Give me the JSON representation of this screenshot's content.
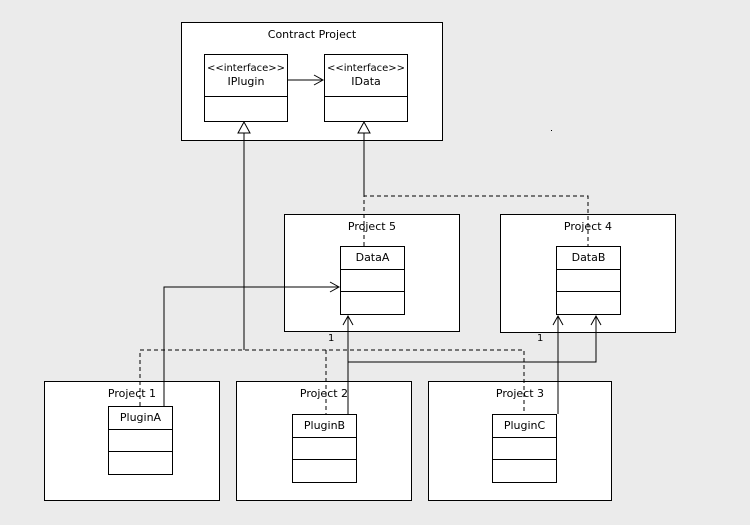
{
  "packages": {
    "contract": "Contract Project",
    "project5": "Project 5",
    "project4": "Project 4",
    "project1": "Project 1",
    "project2": "Project 2",
    "project3": "Project 3"
  },
  "classes": {
    "iplugin": {
      "stereotype": "<<interface>>",
      "name": "IPlugin"
    },
    "idata": {
      "stereotype": "<<interface>>",
      "name": "IData"
    },
    "dataA": {
      "name": "DataA"
    },
    "dataB": {
      "name": "DataB"
    },
    "pluginA": {
      "name": "PluginA"
    },
    "pluginB": {
      "name": "PluginB"
    },
    "pluginC": {
      "name": "PluginC"
    }
  },
  "multiplicities": {
    "project5_link": "1",
    "project4_link": "1"
  }
}
